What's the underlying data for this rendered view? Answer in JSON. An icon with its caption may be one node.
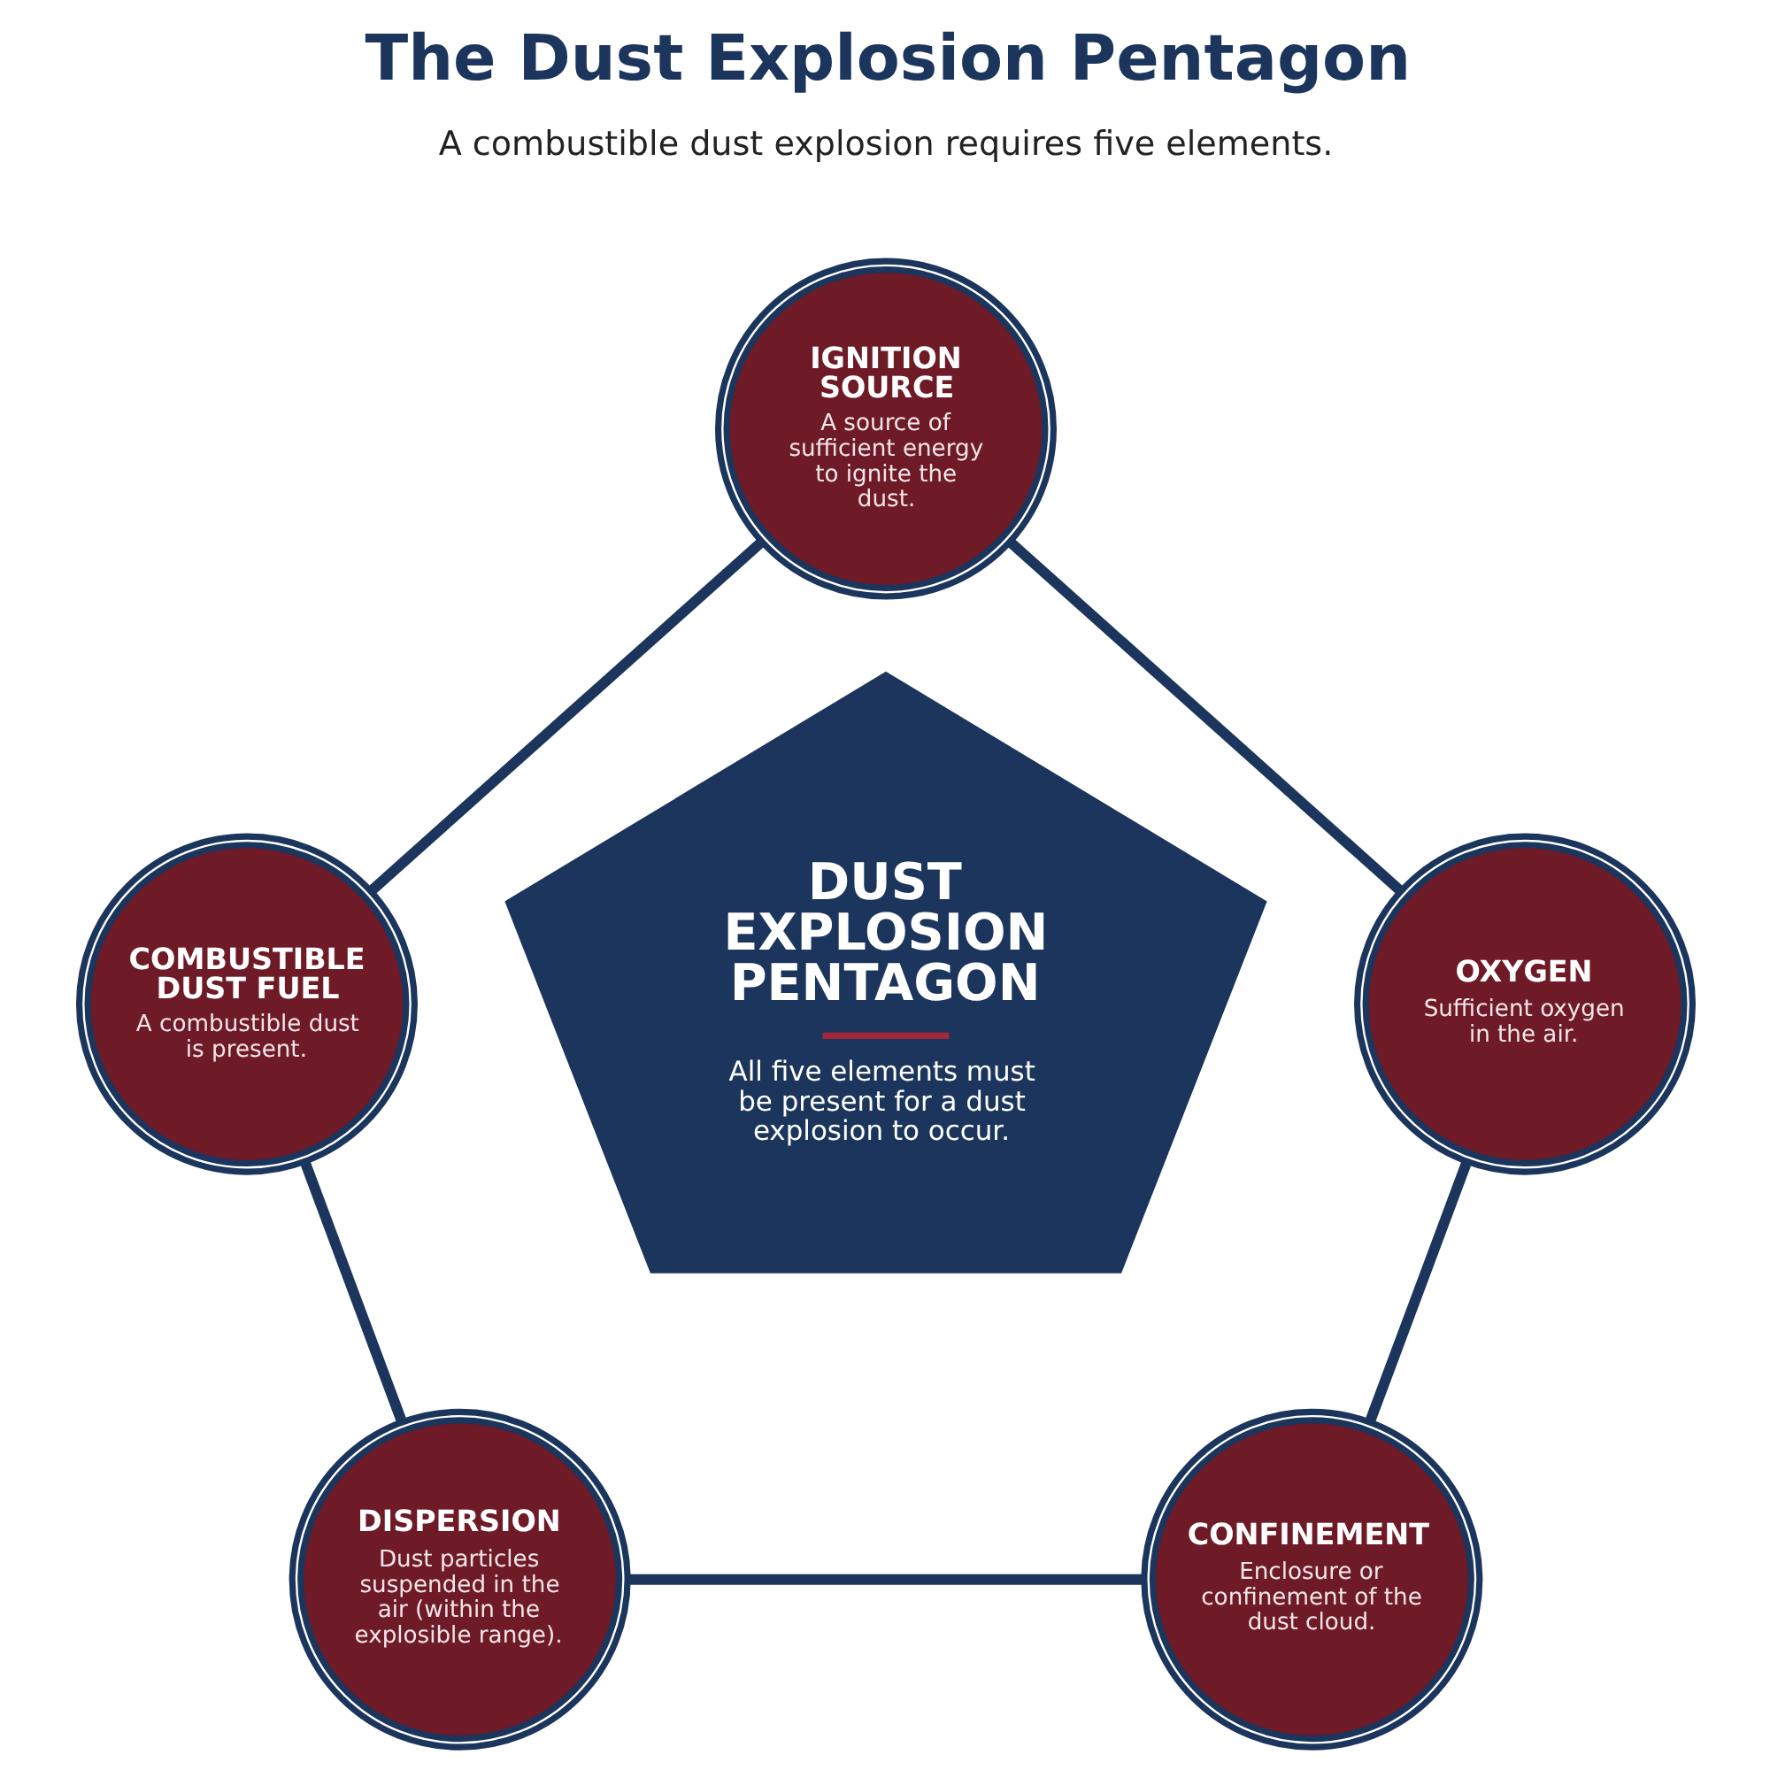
{
  "diagram": {
    "title": "The Dust Explosion Pentagon",
    "nodes": [
      {
        "text": [
          "IGNITION SOURCE",
          "A source of sufficient energy to ignite the dust."
        ]
      },
      {
        "text": [
          "COMBUSTIBLE DUST FUEL",
          "A combustible dust is present."
        ]
      },
      {
        "text": [
          "OXYGEN",
          "Sufficient oxygen in the air."
        ]
      },
      {
        "text": [
          "DUST EXPLOSION PENTAGON",
          "All five elements must be present for a dust explosion to occur."
        ]
      },
      {
        "text": [
          "DISPERSION",
          "Dust particles suspended in the air (within the explosible range)."
        ]
      },
      {
        "text": [
          "CONFINEMENT",
          "Enclosure or confinement of the dust cloud."
        ]
      }
    ],
    "edges": [
      {
        "from": 0,
        "to": 2,
        "arrow": "none"
      },
      {
        "from": 2,
        "to": 5,
        "arrow": "none"
      },
      {
        "from": 4,
        "to": 5,
        "arrow": "none"
      },
      {
        "from": 1,
        "to": 4,
        "arrow": "none"
      },
      {
        "from": 0,
        "to": 1,
        "arrow": "none"
      }
    ],
    "labels": [
      "A combustible dust explosion requires five elements."
    ]
  }
}
